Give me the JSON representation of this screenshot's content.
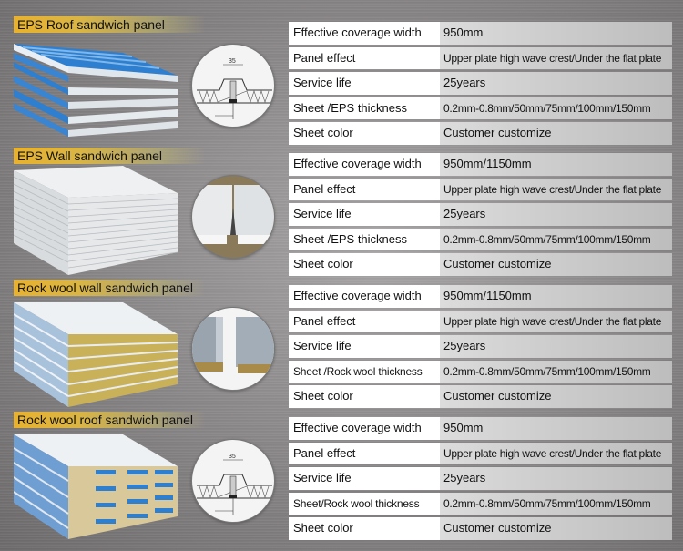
{
  "colors": {
    "banner_gold": "#e8b22e",
    "label_bg": "#ffffff",
    "value_bg": "#cfcfcf",
    "background": "#8d8a8b"
  },
  "panels": [
    {
      "title": "EPS Roof sandwich panel",
      "image": "blue-corrugated-roof-panel-stack",
      "detail_icon": "roof-joint-diagram",
      "detail_dimension": "35",
      "specs": [
        {
          "label": "Effective coverage width",
          "value": "950mm"
        },
        {
          "label": "Panel effect",
          "value": "Upper plate high wave crest/Under the flat plate"
        },
        {
          "label": "Service life",
          "value": "25years"
        },
        {
          "label": "Sheet /EPS thickness",
          "value": "0.2mm-0.8mm/50mm/75mm/100mm/150mm"
        },
        {
          "label": "Sheet color",
          "value": "Customer customize"
        }
      ]
    },
    {
      "title": "EPS Wall sandwich panel",
      "image": "white-eps-wall-panel-stack",
      "detail_icon": "wall-joint-photo",
      "specs": [
        {
          "label": "Effective coverage width",
          "value": "950mm/1150mm"
        },
        {
          "label": "Panel effect",
          "value": "Upper plate high wave crest/Under the flat plate"
        },
        {
          "label": "Service life",
          "value": "25years"
        },
        {
          "label": "Sheet /EPS thickness",
          "value": "0.2mm-0.8mm/50mm/75mm/100mm/150mm"
        },
        {
          "label": "Sheet color",
          "value": "Customer customize"
        }
      ]
    },
    {
      "title": "Rock wool wall sandwich panel",
      "image": "rock-wool-wall-panel-stack",
      "detail_icon": "rock-wool-joint-photo",
      "specs": [
        {
          "label": "Effective coverage width",
          "value": "950mm/1150mm"
        },
        {
          "label": "Panel effect",
          "value": "Upper plate high wave crest/Under the flat plate"
        },
        {
          "label": "Service life",
          "value": "25years"
        },
        {
          "label": "Sheet /Rock wool thickness",
          "value": "0.2mm-0.8mm/50mm/75mm/100mm/150mm"
        },
        {
          "label": "Sheet color",
          "value": "Customer customize"
        }
      ]
    },
    {
      "title": "Rock wool roof sandwich panel",
      "image": "rock-wool-roof-panel-stack",
      "detail_icon": "roof-joint-diagram",
      "detail_dimension": "35",
      "specs": [
        {
          "label": "Effective coverage width",
          "value": "950mm"
        },
        {
          "label": "Panel effect",
          "value": "Upper plate high wave crest/Under the flat plate"
        },
        {
          "label": "Service life",
          "value": "25years"
        },
        {
          "label": "Sheet/Rock wool thickness",
          "value": "0.2mm-0.8mm/50mm/75mm/100mm/150mm"
        },
        {
          "label": "Sheet color",
          "value": "Customer customize"
        }
      ]
    }
  ]
}
